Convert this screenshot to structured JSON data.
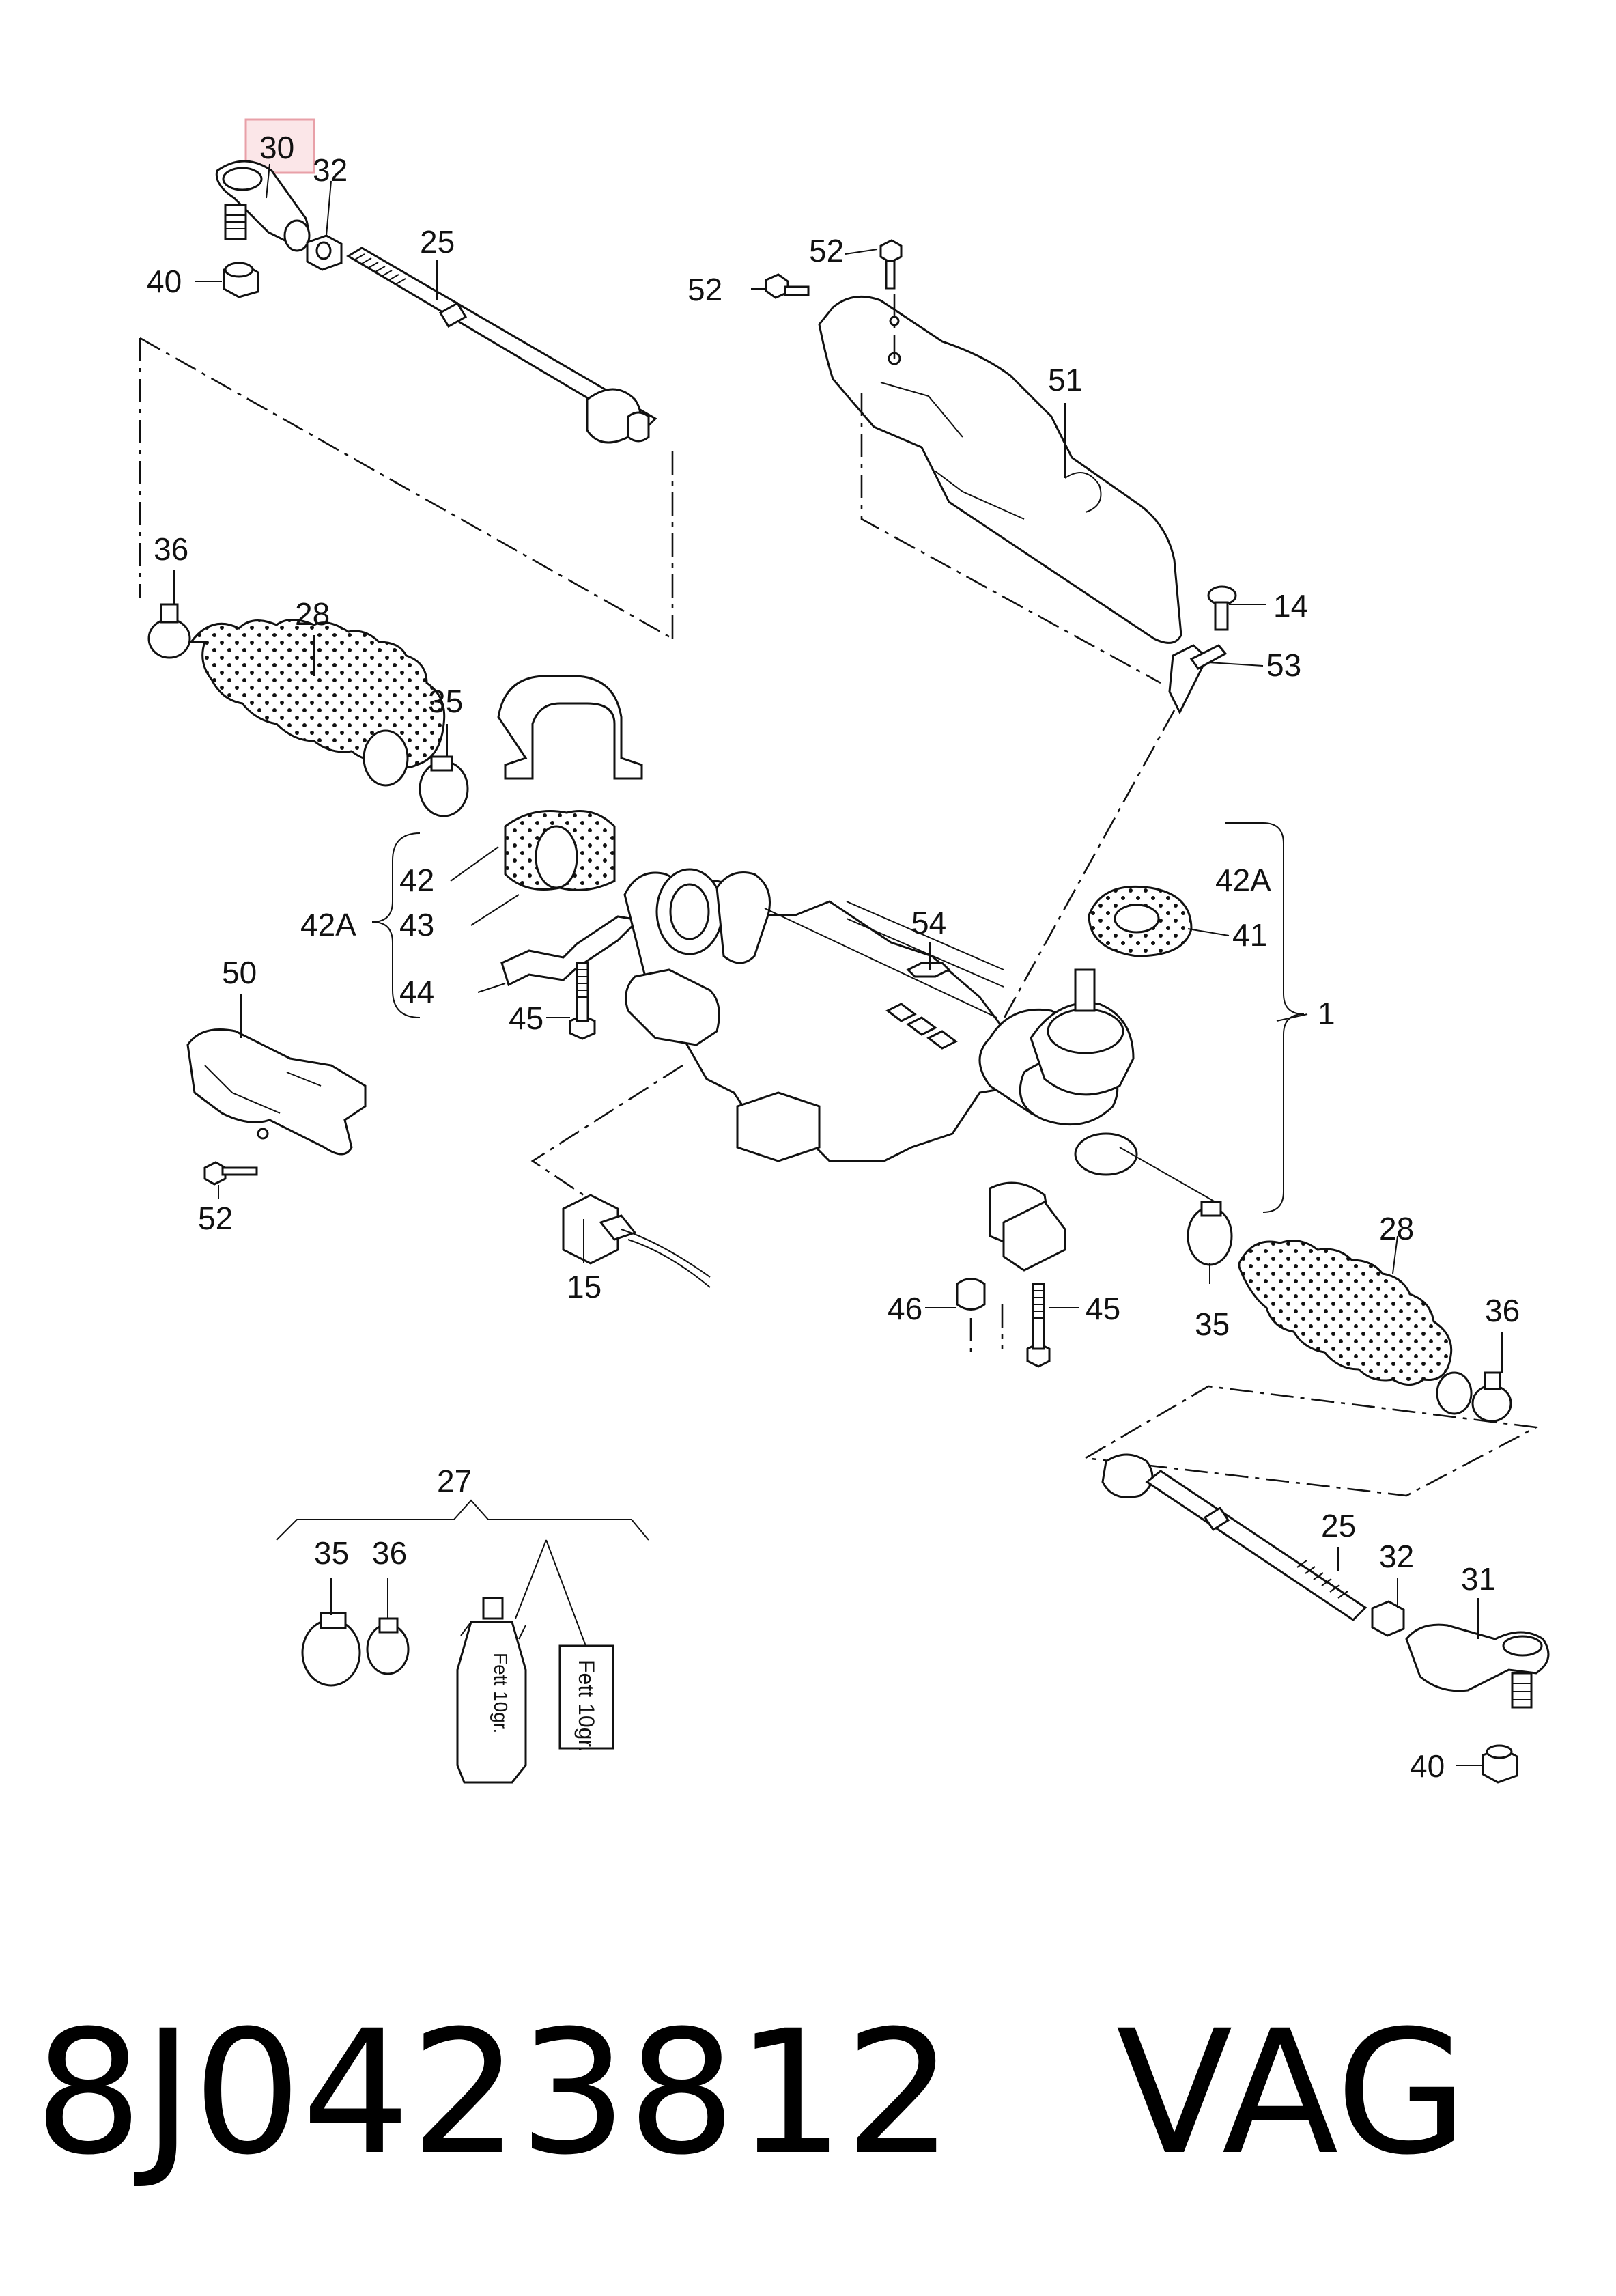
{
  "highlight_color": "#e8a0a8",
  "caption": {
    "part_number": "8J0423812",
    "brand": "VAG"
  },
  "tube_label": "Fett 10gr.",
  "callouts": {
    "c30": "30",
    "c32a": "32",
    "c40a": "40",
    "c25a": "25",
    "c52a": "52",
    "c52b": "52",
    "c51": "51",
    "c14": "14",
    "c53": "53",
    "c36a": "36",
    "c28a": "28",
    "c35a": "35",
    "c42": "42",
    "c43": "43",
    "c42Aa": "42A",
    "c44": "44",
    "c45a": "45",
    "c50": "50",
    "c52c": "52",
    "c54": "54",
    "c42Ab": "42A",
    "c41": "41",
    "c1": "1",
    "c15": "15",
    "c46": "46",
    "c45b": "45",
    "c28b": "28",
    "c35b": "35",
    "c36b": "36",
    "c27": "27",
    "c35c": "35",
    "c36c": "36",
    "c25b": "25",
    "c32b": "32",
    "c31": "31",
    "c40b": "40"
  }
}
